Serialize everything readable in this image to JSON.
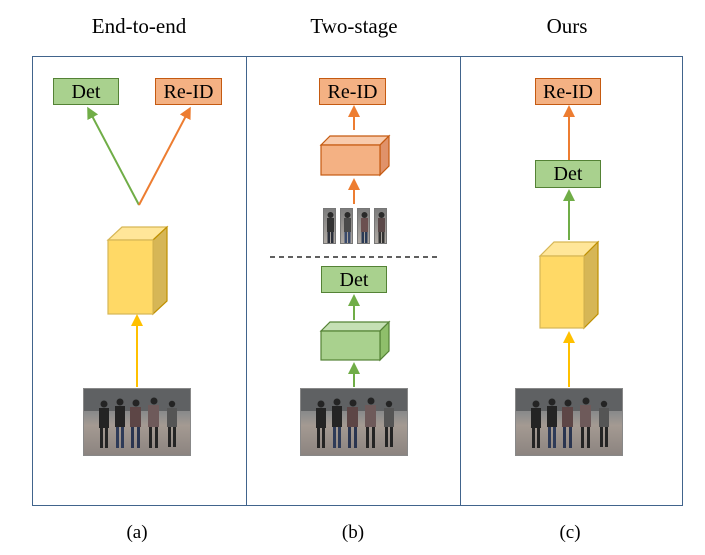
{
  "columns": [
    {
      "title": "End-to-end",
      "caption": "(a)"
    },
    {
      "title": "Two-stage",
      "caption": "(b)"
    },
    {
      "title": "Ours",
      "caption": "(c)"
    }
  ],
  "labels": {
    "det": "Det",
    "reid": "Re-ID"
  },
  "colors": {
    "frame": "#41648c",
    "det_fill": "#a9d18e",
    "det_border": "#548235",
    "det_arrow": "#70ad47",
    "reid_fill": "#f4b183",
    "reid_border": "#c55a11",
    "reid_arrow": "#ed7d31",
    "backbone_fill": "#ffd966",
    "backbone_side": "#d6b656",
    "backbone_arrow": "#ffc000"
  },
  "icons": [
    "backbone-cuboid",
    "det-cuboid",
    "reid-cuboid",
    "input-image",
    "person-crop"
  ]
}
